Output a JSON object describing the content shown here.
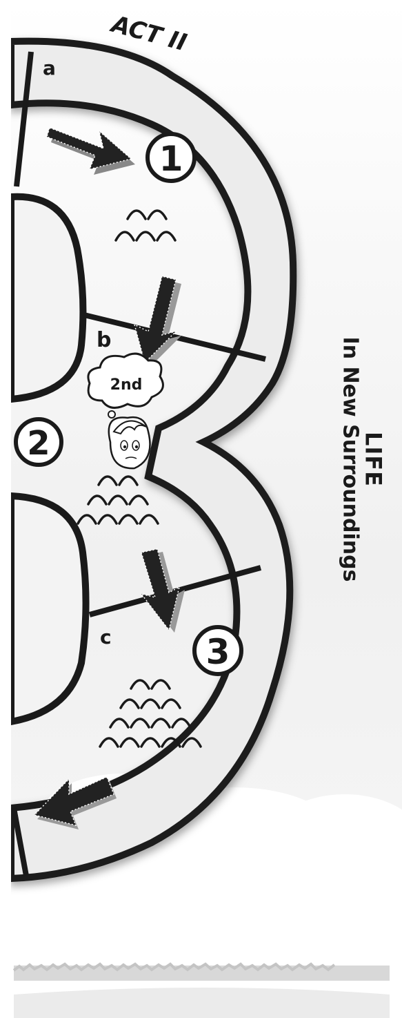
{
  "act_label": "ACT II",
  "sections": [
    "a",
    "b",
    "c"
  ],
  "steps": [
    "1",
    "2",
    "3"
  ],
  "thought_bubble": "2nd",
  "side_title": {
    "line1": "LIFE",
    "line2": "In New Surroundings"
  },
  "colors": {
    "ink": "#1a1a1a",
    "band": "#ececec",
    "arrow_dark": "#222222",
    "arrow_light": "#9a9a9a"
  }
}
